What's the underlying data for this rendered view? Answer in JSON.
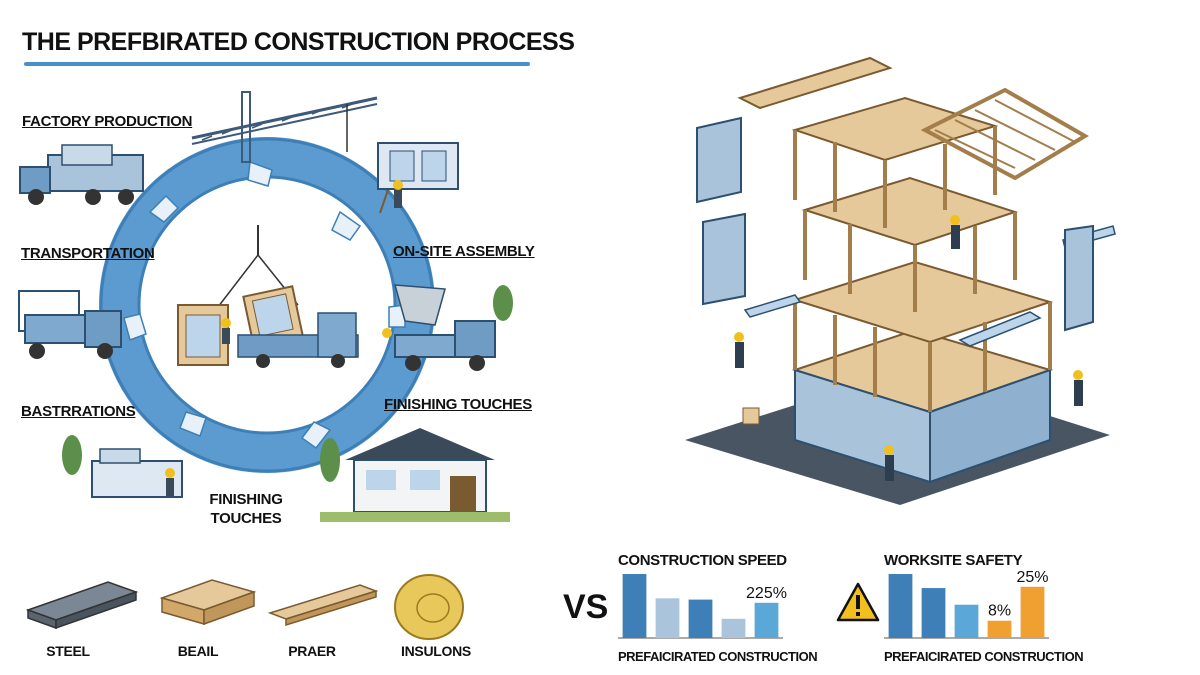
{
  "title": "THE PREFBIRATED CONSTRUCTION PROCESS",
  "process": {
    "stages": [
      {
        "label": "FACTORY PRODUCTION"
      },
      {
        "label": "TRANSPORTATION"
      },
      {
        "label": "ON-SITE ASSEMBLY"
      },
      {
        "label": "BASTRRATIONS"
      },
      {
        "label": "FINISHING TOUCHES"
      },
      {
        "label": "FINISHING\nTOUCHES"
      }
    ]
  },
  "materials": [
    {
      "label": "STEEL",
      "icon": "steel-beam-icon"
    },
    {
      "label": "BEAIL",
      "icon": "wood-stack-icon"
    },
    {
      "label": "PRAER",
      "icon": "planks-icon"
    },
    {
      "label": "INSULONS",
      "icon": "insulation-roll-icon"
    }
  ],
  "vs_label": "VS",
  "chart_data": [
    {
      "type": "bar",
      "title": "CONSTRUCTION SPEED",
      "xlabel": "PREFAICIRATED CONSTRUCTION",
      "values": [
        100,
        62,
        60,
        30,
        55
      ],
      "colors": [
        "#3d7fb6",
        "#aac4dc",
        "#3d7fb6",
        "#aac4dc",
        "#5aa7d8"
      ],
      "annotations": [
        {
          "bar": 4,
          "text": "225%"
        }
      ],
      "ylim": [
        0,
        100
      ]
    },
    {
      "type": "bar",
      "title": "WORKSITE SAFETY",
      "xlabel": "PREFAICIRATED CONSTRUCTION",
      "values": [
        100,
        78,
        52,
        27,
        80
      ],
      "colors": [
        "#3d7fb6",
        "#3d7fb6",
        "#5aa7d8",
        "#f0a030",
        "#f0a030"
      ],
      "annotations": [
        {
          "bar": 3,
          "text": "8%"
        },
        {
          "bar": 4,
          "text": "25%"
        }
      ],
      "ylim": [
        0,
        100
      ]
    }
  ],
  "colors": {
    "ring": "#5b9bd0",
    "ring_dark": "#3d7fb6",
    "accent": "#4a90c8",
    "warning": "#f2c01e",
    "wood": "#e6c99a",
    "panel": "#a9c3da"
  }
}
